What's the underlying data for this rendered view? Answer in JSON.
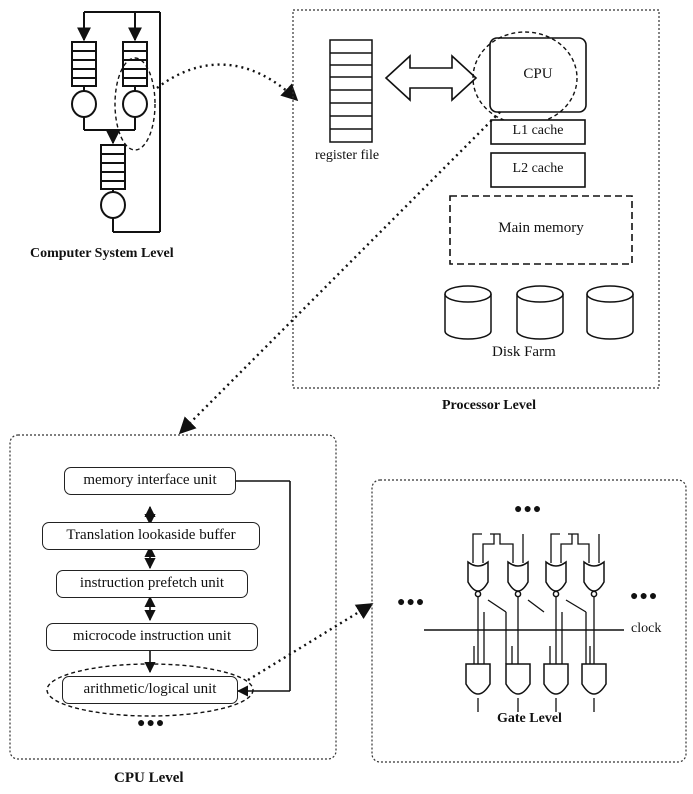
{
  "computer_system": {
    "label": "Computer System Level"
  },
  "processor": {
    "register_label": "register file",
    "cpu_label": "CPU",
    "l1_label": "L1 cache",
    "l2_label": "L2 cache",
    "memory_label": "Main memory",
    "disk_label": "Disk Farm",
    "level_label": "Processor Level"
  },
  "cpu_level": {
    "units": [
      "memory interface unit",
      "Translation lookaside buffer",
      "instruction prefetch unit",
      "microcode instruction unit",
      "arithmetic/logical unit"
    ],
    "ellipsis": "●●●",
    "level_label": "CPU Level"
  },
  "gate_level": {
    "clock_label": "clock",
    "ellipsis": "●●●",
    "level_label": "Gate Level"
  }
}
